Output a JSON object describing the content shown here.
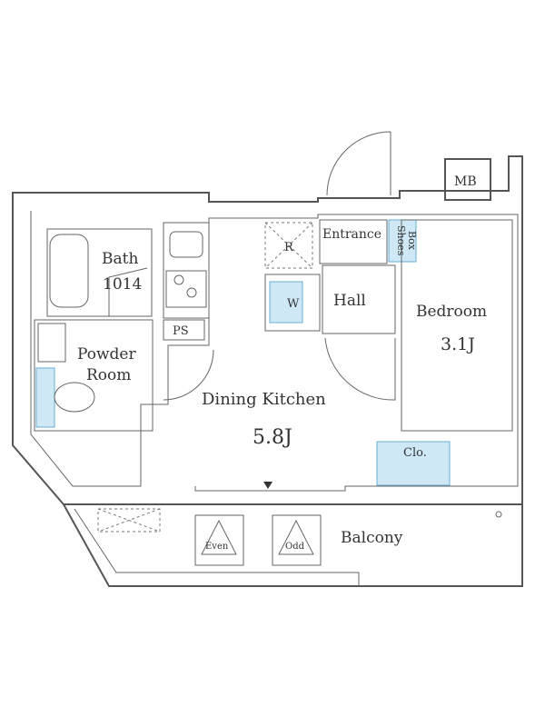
{
  "rooms": {
    "bath": {
      "name": "Bath",
      "size": "1014"
    },
    "powder_room": {
      "line1": "Powder",
      "line2": "Room"
    },
    "ps": "PS",
    "refrigerator": "R",
    "washer": "W",
    "entrance": "Entrance",
    "shoes_box": {
      "line1": "Shoes",
      "line2": "Box"
    },
    "hall": "Hall",
    "bedroom": {
      "name": "Bedroom",
      "size": "3.1J"
    },
    "closet": "Clo.",
    "dining_kitchen": {
      "name": "Dining Kitchen",
      "size": "5.8J"
    },
    "mb": "MB",
    "balcony": "Balcony",
    "even": "Even",
    "odd": "Odd"
  },
  "colors": {
    "wall": "#555555",
    "fixture_blue": "#cfe8f6",
    "fixture_blue_stroke": "#6aaed6"
  }
}
